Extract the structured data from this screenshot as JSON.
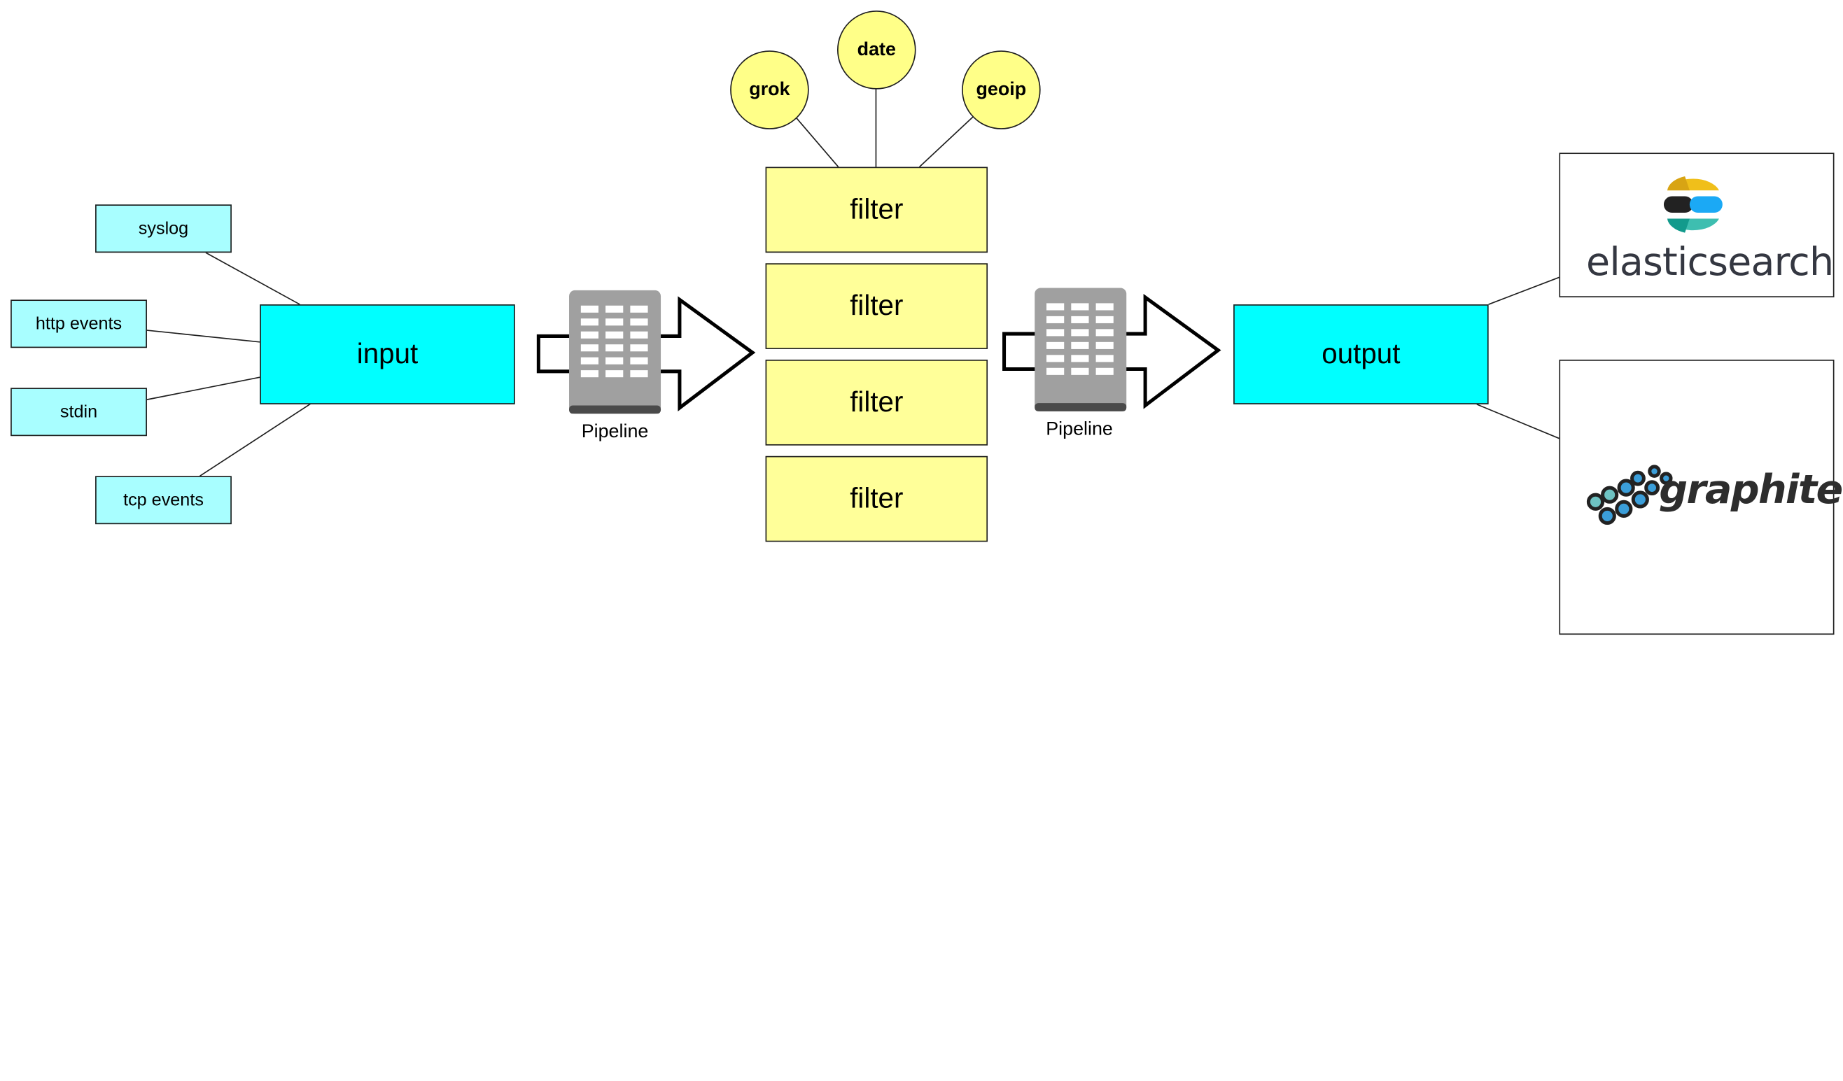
{
  "sources": [
    "syslog",
    "http events",
    "stdin",
    "tcp events"
  ],
  "stages": {
    "input": "input",
    "output": "output"
  },
  "filters": [
    "filter",
    "filter",
    "filter",
    "filter"
  ],
  "plugins": [
    "grok",
    "date",
    "geoip"
  ],
  "pipelines": [
    "Pipeline",
    "Pipeline"
  ],
  "targets": {
    "elasticsearch": "elasticsearch",
    "graphite": "graphite"
  },
  "colors": {
    "source_fill": "#a8feff",
    "stage_fill": "#00ffff",
    "filter_fill": "#ffff99",
    "plugin_fill": "#ffff88",
    "pipeline_gray": "#a0a0a0",
    "elastic_yellow": "#f0bf1a",
    "elastic_blue": "#1ba9f5",
    "elastic_teal": "#3ebeb0",
    "elastic_dark": "#222222",
    "graphite_blue": "#3b9ed9",
    "graphite_teal": "#6ec3c3"
  },
  "icons": [
    "pipeline-server-icon",
    "arrow-icon",
    "elasticsearch-logo-icon",
    "graphite-logo-icon"
  ]
}
